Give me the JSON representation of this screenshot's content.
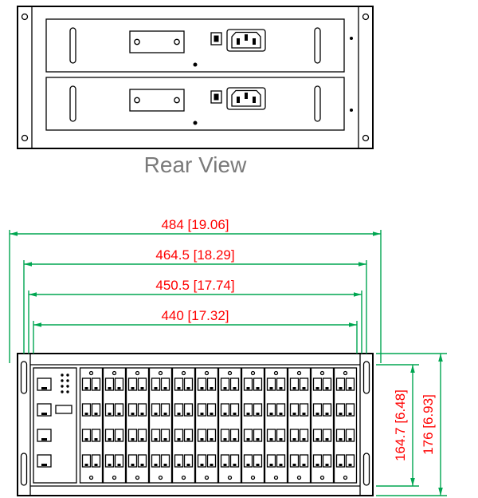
{
  "diagram": {
    "rear_view_label": "Rear View",
    "dims": {
      "overall_width": "484 [19.06]",
      "mount_width": "464.5 [18.29]",
      "mid_width": "450.5 [17.74]",
      "body_width": "440 [17.32]",
      "body_height": "164.7 [6.48]",
      "overall_height": "176 [6.93]"
    },
    "colors": {
      "dimension_line": "#00A651",
      "dimension_text": "#FF0000",
      "drawing_line": "#000000",
      "label_text": "#7A7A7A"
    }
  }
}
